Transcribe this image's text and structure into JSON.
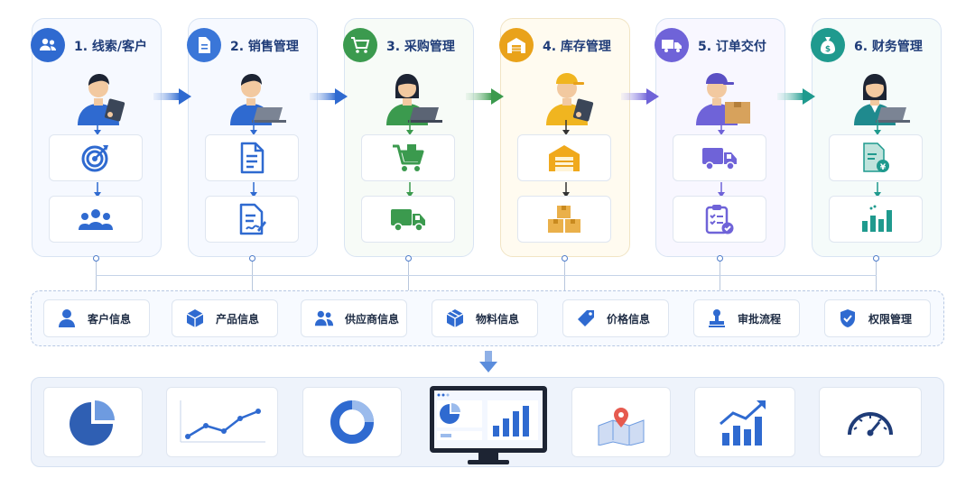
{
  "stages": [
    {
      "title": "1. 线索/客户",
      "color": "#2f6ad0",
      "icon": "people-icon"
    },
    {
      "title": "2. 销售管理",
      "color": "#2f6ad0",
      "icon": "document-icon"
    },
    {
      "title": "3. 采购管理",
      "color": "#3b9a4e",
      "icon": "cart-icon"
    },
    {
      "title": "4. 库存管理",
      "color": "#e9a21a",
      "icon": "warehouse-icon"
    },
    {
      "title": "5. 订单交付",
      "color": "#6f63d8",
      "icon": "truck-icon"
    },
    {
      "title": "6. 财务管理",
      "color": "#1f9a8e",
      "icon": "money-bag-icon"
    }
  ],
  "master_data": [
    {
      "label": "客户信息",
      "icon": "person-icon"
    },
    {
      "label": "产品信息",
      "icon": "cube-icon"
    },
    {
      "label": "供应商信息",
      "icon": "group-icon"
    },
    {
      "label": "物料信息",
      "icon": "package-icon"
    },
    {
      "label": "价格信息",
      "icon": "price-tag-icon"
    },
    {
      "label": "审批流程",
      "icon": "stamp-icon"
    },
    {
      "label": "权限管理",
      "icon": "shield-check-icon"
    }
  ],
  "dashboard_tiles": [
    "pie-chart-icon",
    "line-chart-icon",
    "donut-chart-icon",
    "monitor-dashboard-icon",
    "map-pin-icon",
    "bar-growth-icon",
    "gauge-icon"
  ],
  "colors": {
    "blue": "#2f6ad0",
    "navy": "#1f3c78",
    "green": "#3b9a4e",
    "amber": "#e9a21a",
    "purple": "#6f63d8",
    "teal": "#1f9a8e"
  }
}
